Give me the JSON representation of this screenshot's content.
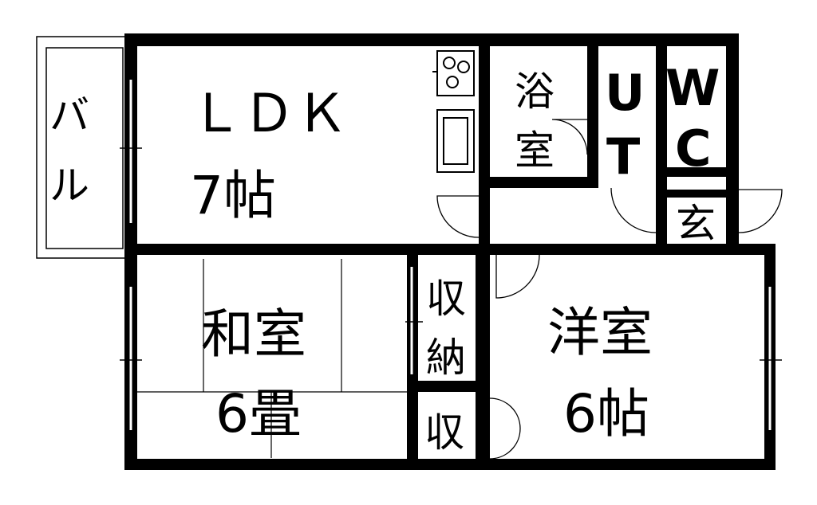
{
  "floor_plan": {
    "rooms": {
      "balcony": {
        "line1": "バ",
        "line2": "ル"
      },
      "ldk": {
        "name": "ＬＤＫ",
        "size": "7帖"
      },
      "bath": {
        "line1": "浴",
        "line2": "室"
      },
      "utility": {
        "line1": "U",
        "line2": "T"
      },
      "wc": {
        "line1": "W",
        "line2": "C"
      },
      "entrance": {
        "name": "玄"
      },
      "washitsu": {
        "name": "和室",
        "size": "6畳"
      },
      "closet_large": {
        "line1": "収",
        "line2": "納"
      },
      "closet_small": {
        "name": "収"
      },
      "yoshitsu": {
        "name": "洋室",
        "size": "6帖"
      }
    }
  }
}
